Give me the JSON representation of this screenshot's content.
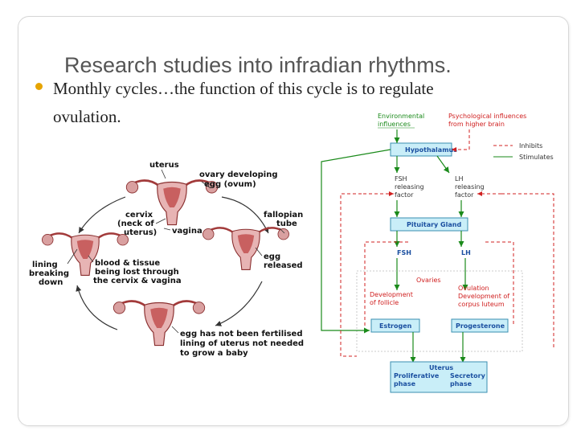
{
  "slide": {
    "title": "Research studies into infradian rhythms.",
    "bullet_line1": "Monthly cycles…the function of this cycle is to regulate",
    "bullet_line2": "ovulation."
  },
  "cycle_diagram": {
    "uterus": "uterus",
    "ovary_1": "ovary developing",
    "ovary_2": "egg (ovum)",
    "fallopian_1": "fallopian",
    "fallopian_2": "tube",
    "cervix_1": "cervix",
    "cervix_2": "(neck of",
    "cervix_3": "uterus)",
    "vagina": "vagina",
    "egg_1": "egg",
    "egg_2": "released",
    "lining_1": "lining",
    "lining_2": "breaking",
    "lining_3": "down",
    "blood_1": "blood & tissue",
    "blood_2": "being lost through",
    "blood_3": "the cervix & vagina",
    "notfert_1": "egg has not been fertilised",
    "notfert_2": "lining of uterus not needed",
    "notfert_3": "to grow a baby"
  },
  "flow_diagram": {
    "env_1": "Environmental",
    "env_2": "influences",
    "psych_1": "Psychological influences",
    "psych_2": "from higher brain",
    "legend_inhibits": "Inhibits",
    "legend_stimulates": "Stimulates",
    "hypothalamus": "Hypothalamus",
    "fsh_rf_1": "FSH",
    "fsh_rf_2": "releasing",
    "fsh_rf_3": "factor",
    "lh_rf_1": "LH",
    "lh_rf_2": "releasing",
    "lh_rf_3": "factor",
    "pituitary": "Pituitary Gland",
    "fsh": "FSH",
    "lh": "LH",
    "ovaries": "Ovaries",
    "dev_follicle_1": "Development",
    "dev_follicle_2": "of follicle",
    "ovulation_1": "Ovulation",
    "ovulation_2": "Development of",
    "ovulation_3": "corpus luteum",
    "estrogen": "Estrogen",
    "progesterone": "Progesterone",
    "uterus": "Uterus",
    "prolif_1": "Proliferative",
    "prolif_2": "phase",
    "secretory_1": "Secretory",
    "secretory_2": "phase"
  },
  "colors": {
    "title": "#555555",
    "bullet": "#e6a400",
    "stimulates": "#1a8a1a",
    "inhibits": "#d02020",
    "box_fill": "#c9eef8",
    "box_text": "#1a4fa0"
  }
}
